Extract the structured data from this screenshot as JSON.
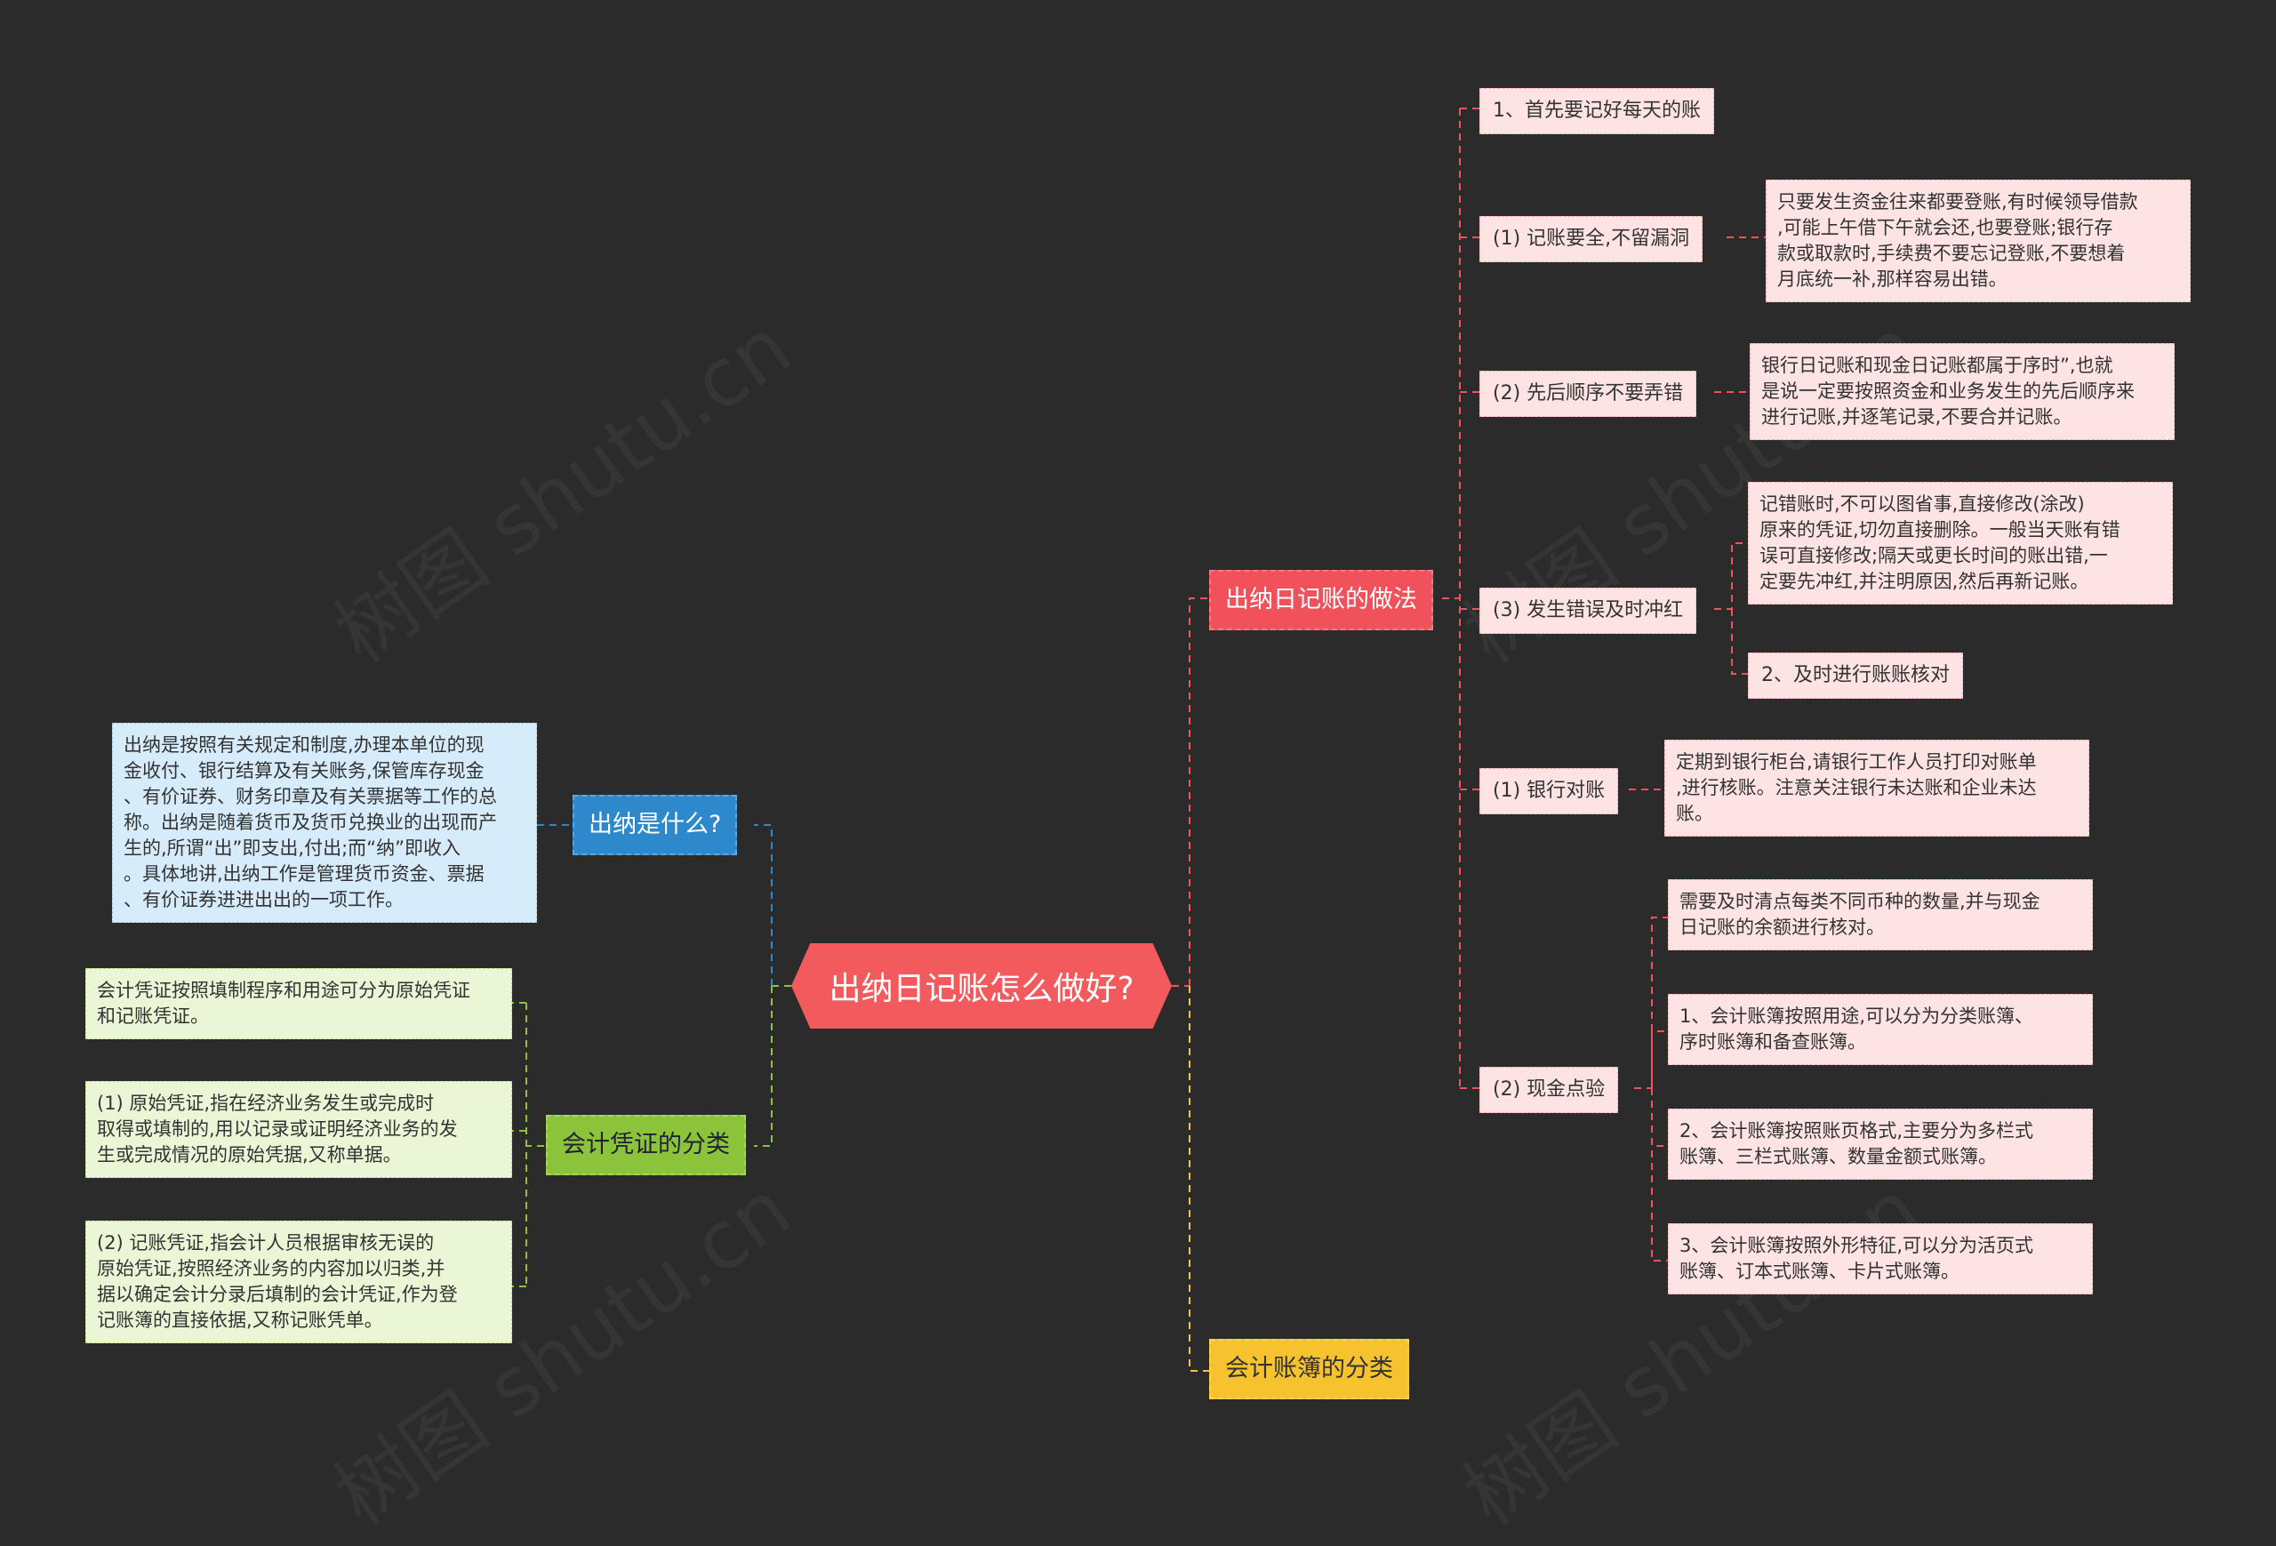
{
  "root": {
    "label": "出纳日记账怎么做好?"
  },
  "branches": {
    "practice": {
      "label": "出纳日记账的做法"
    },
    "what": {
      "label": "出纳是什么?"
    },
    "voucher": {
      "label": "会计凭证的分类"
    },
    "book": {
      "label": "会计账簿的分类"
    }
  },
  "practice_nodes": {
    "first": "1、首先要记好每天的账",
    "complete": "(1) 记账要全,不留漏洞",
    "complete_detail": "只要发生资金往来都要登账,有时候领导借款\n,可能上午借下午就会还,也要登账;银行存\n款或取款时,手续费不要忘记登账,不要想着\n月底统一补,那样容易出错。",
    "order": "(2) 先后顺序不要弄错",
    "order_detail": "银行日记账和现金日记账都属于序时”,也就\n是说一定要按照资金和业务发生的先后顺序来\n进行记账,并逐笔记录,不要合并记账。",
    "error": "(3) 发生错误及时冲红",
    "error_detail": "记错账时,不可以图省事,直接修改(涂改)\n原来的凭证,切勿直接删除。一般当天账有错\n误可直接修改;隔天或更长时间的账出错,一\n定要先冲红,并注明原因,然后再新记账。",
    "check": "2、及时进行账账核对",
    "bank": "(1) 银行对账",
    "bank_detail": "定期到银行柜台,请银行工作人员打印对账单\n,进行核账。注意关注银行未达账和企业未达\n账。",
    "cash": "(2) 现金点验",
    "cash_detail1": "需要及时清点每类不同币种的数量,并与现金\n日记账的余额进行核对。",
    "cash_detail2": "1、会计账簿按照用途,可以分为分类账簿、\n序时账簿和备查账簿。",
    "cash_detail3": "2、会计账簿按照账页格式,主要分为多栏式\n账簿、三栏式账簿、数量金额式账簿。",
    "cash_detail4": "3、会计账簿按照外形特征,可以分为活页式\n账簿、订本式账簿、卡片式账簿。"
  },
  "what_nodes": {
    "detail": "出纳是按照有关规定和制度,办理本单位的现\n金收付、银行结算及有关账务,保管库存现金\n、有价证券、财务印章及有关票据等工作的总\n称。出纳是随着货币及货币兑换业的出现而产\n生的,所谓“出”即支出,付出;而“纳”即收入\n。具体地讲,出纳工作是管理货币资金、票据\n、有价证券进进出出的一项工作。"
  },
  "voucher_nodes": {
    "intro": "会计凭证按照填制程序和用途可分为原始凭证\n和记账凭证。",
    "original": "(1) 原始凭证,指在经济业务发生或完成时\n取得或填制的,用以记录或证明经济业务的发\n生或完成情况的原始凭据,又称单据。",
    "record": "(2) 记账凭证,指会计人员根据审核无误的\n原始凭证,按照经济业务的内容加以归类,并\n据以确定会计分录后填制的会计凭证,作为登\n记账簿的直接依据,又称记账凭单。"
  },
  "colors": {
    "background": "#2b2b2b",
    "red": "#f0515a",
    "blue": "#2d89cc",
    "green": "#8bc43a",
    "yellow": "#f6c22e",
    "pink_leaf": "#fde3e3"
  }
}
